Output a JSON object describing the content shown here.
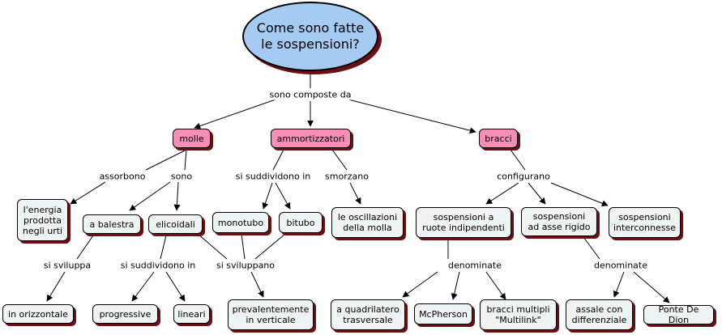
{
  "root": "Come sono fatte\nle sospensioni?",
  "links": {
    "composte": "sono composte da",
    "assorbono": "assorbono",
    "sono": "sono",
    "si_suddividono_ammort": "si suddividono in",
    "smorzano": "smorzano",
    "configurano": "configurano",
    "si_sviluppa": "si sviluppa",
    "si_suddividono_elic": "si suddividono in",
    "si_sviluppano": "si sviluppano",
    "denominate_1": "denominate",
    "denominate_2": "denominate"
  },
  "nodes": {
    "molle": "molle",
    "ammortizzatori": "ammortizzatori",
    "bracci": "bracci",
    "energia": "l'energia\nprodotta\nnegli urti",
    "balestra": "a balestra",
    "elicoidali": "elicoidali",
    "monotubo": "monotubo",
    "bitubo": "bitubo",
    "oscillazioni": "le oscillazioni\ndella molla",
    "ruote_indip": "sospensioni a\nruote indipendenti",
    "asse_rigido": "sospensioni\nad asse rigido",
    "interconnesse": "sospensioni\ninterconnesse",
    "orizzontale": "in orizzontale",
    "progressive": "progressive",
    "lineari": "lineari",
    "verticale": "prevalentemente\nin verticale",
    "quadrilatero": "a quadrilatero\ntrasversale",
    "mcpherson": "McPherson",
    "multilink": "bracci multipli\n\"Multilink\"",
    "assale": "assale con\ndifferenziale",
    "dedion": "Ponte De Dion"
  }
}
